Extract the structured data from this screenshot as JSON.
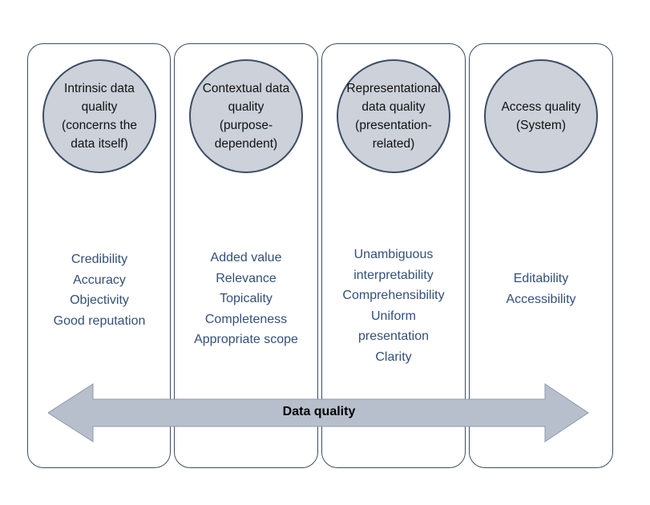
{
  "columns": [
    {
      "circle_lines": [
        "Intrinsic data",
        "quality",
        "(concerns the",
        "data itself)"
      ],
      "attributes": [
        "Credibility",
        "Accuracy",
        "Objectivity",
        "Good reputation"
      ]
    },
    {
      "circle_lines": [
        "Contextual data",
        "quality",
        "(purpose-",
        "dependent)"
      ],
      "attributes": [
        "Added value",
        "Relevance",
        "Topicality",
        "Completeness",
        "Appropriate scope"
      ]
    },
    {
      "circle_lines": [
        "Representational",
        "data quality",
        "(presentation-",
        "related)"
      ],
      "attributes": [
        "Unambiguous",
        "interpretability",
        "Comprehensibility",
        "Uniform",
        "presentation",
        "Clarity"
      ]
    },
    {
      "circle_lines": [
        "Access quality",
        "(System)"
      ],
      "attributes": [
        "Editability",
        "Accessibility"
      ]
    }
  ],
  "arrow": {
    "label": "Data quality",
    "fill_color": "#b8bfcc",
    "stroke_color": "#8f98a8"
  },
  "colors": {
    "column_border": "#3d4d64",
    "circle_fill": "#ccd1da",
    "attribute_text": "#33507a"
  }
}
